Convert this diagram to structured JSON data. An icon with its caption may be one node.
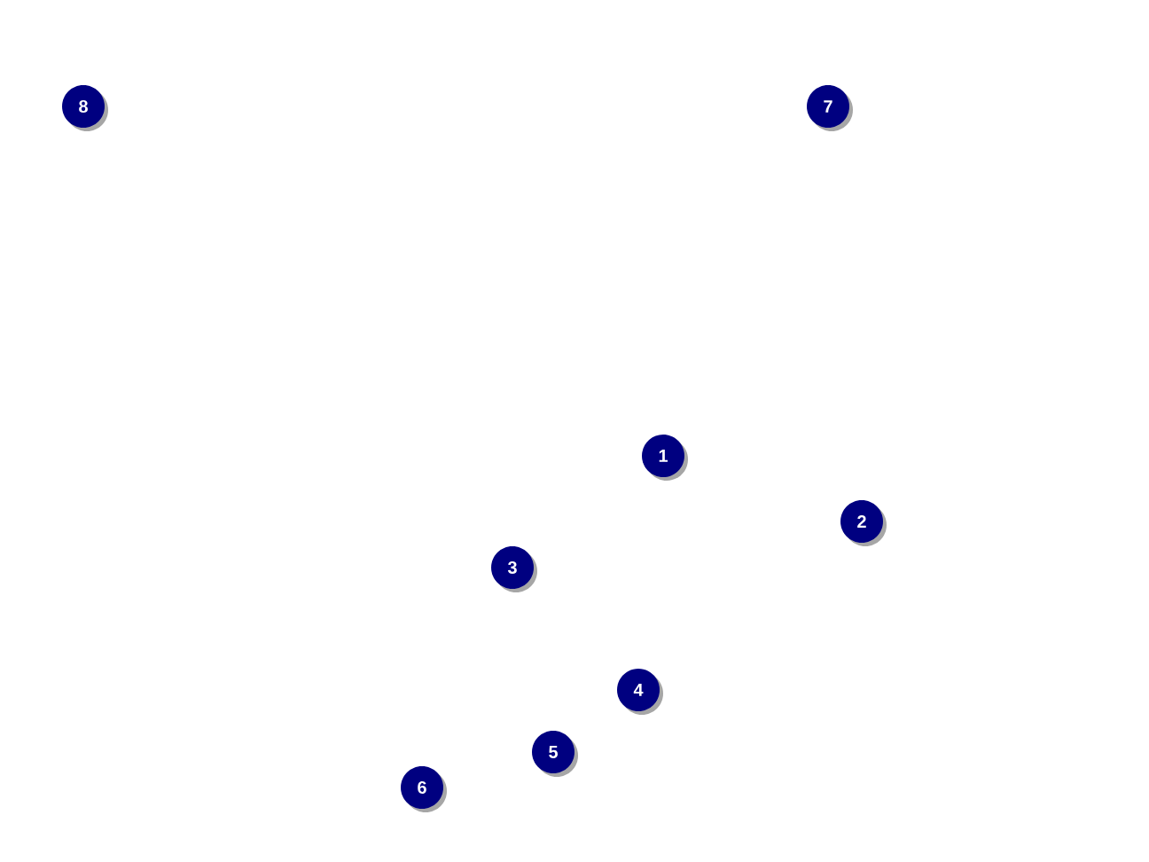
{
  "diagram": {
    "labels": [
      "8",
      "7",
      "1",
      "2",
      "3",
      "4",
      "5",
      "6"
    ]
  }
}
